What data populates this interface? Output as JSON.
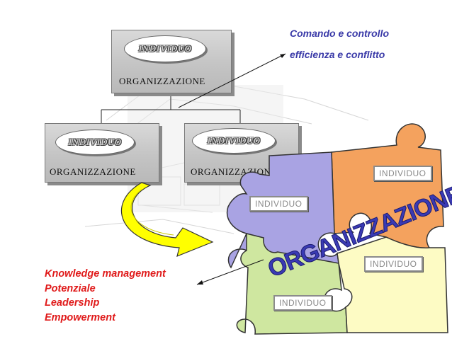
{
  "top_box": {
    "oval_label": "INDIVIDUO",
    "box_label": "ORGANIZZAZIONE"
  },
  "left_box": {
    "oval_label": "INDIVIDUO",
    "box_label": "ORGANIZZAZIONE"
  },
  "right_box": {
    "oval_label": "INDIVIDUO",
    "box_label": "ORGANIZZAZIONE"
  },
  "top_notes": [
    "Comando e controllo",
    "efficienza e conflitto"
  ],
  "bottom_notes": [
    "Knowledge management",
    "Potenziale",
    "Leadership",
    "Empowerment"
  ],
  "puzzle": {
    "title": "ORGANIZZAZIONE",
    "piece_labels": [
      "INDIVIDUO",
      "INDIVIDUO",
      "INDIVIDUO",
      "INDIVIDUO"
    ],
    "colors": {
      "purple": "#a9a3e3",
      "orange": "#f4a25e",
      "green": "#cfe7a0",
      "cream": "#fdfbc4",
      "title": "#3a3ab4"
    }
  }
}
